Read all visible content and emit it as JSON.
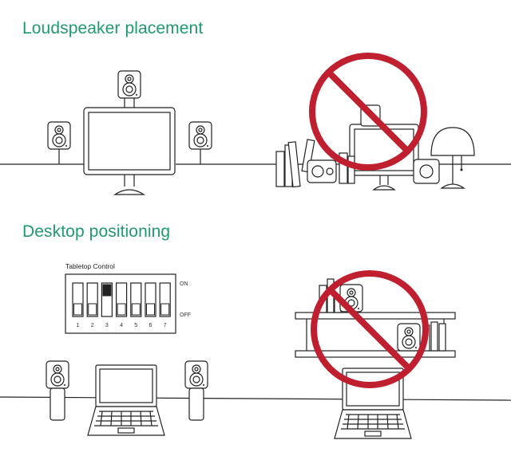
{
  "sections": {
    "placement_title": "Loudspeaker placement",
    "desktop_title": "Desktop positioning"
  },
  "dip_switch": {
    "title": "Tabletop Control",
    "on_label": "ON",
    "off_label": "OFF",
    "switch_numbers": [
      "1",
      "2",
      "3",
      "4",
      "5",
      "6",
      "7"
    ],
    "active_switch": 3
  },
  "colors": {
    "heading": "#1f9a6e",
    "prohibited": "#c01f2f",
    "line": "#222222"
  }
}
